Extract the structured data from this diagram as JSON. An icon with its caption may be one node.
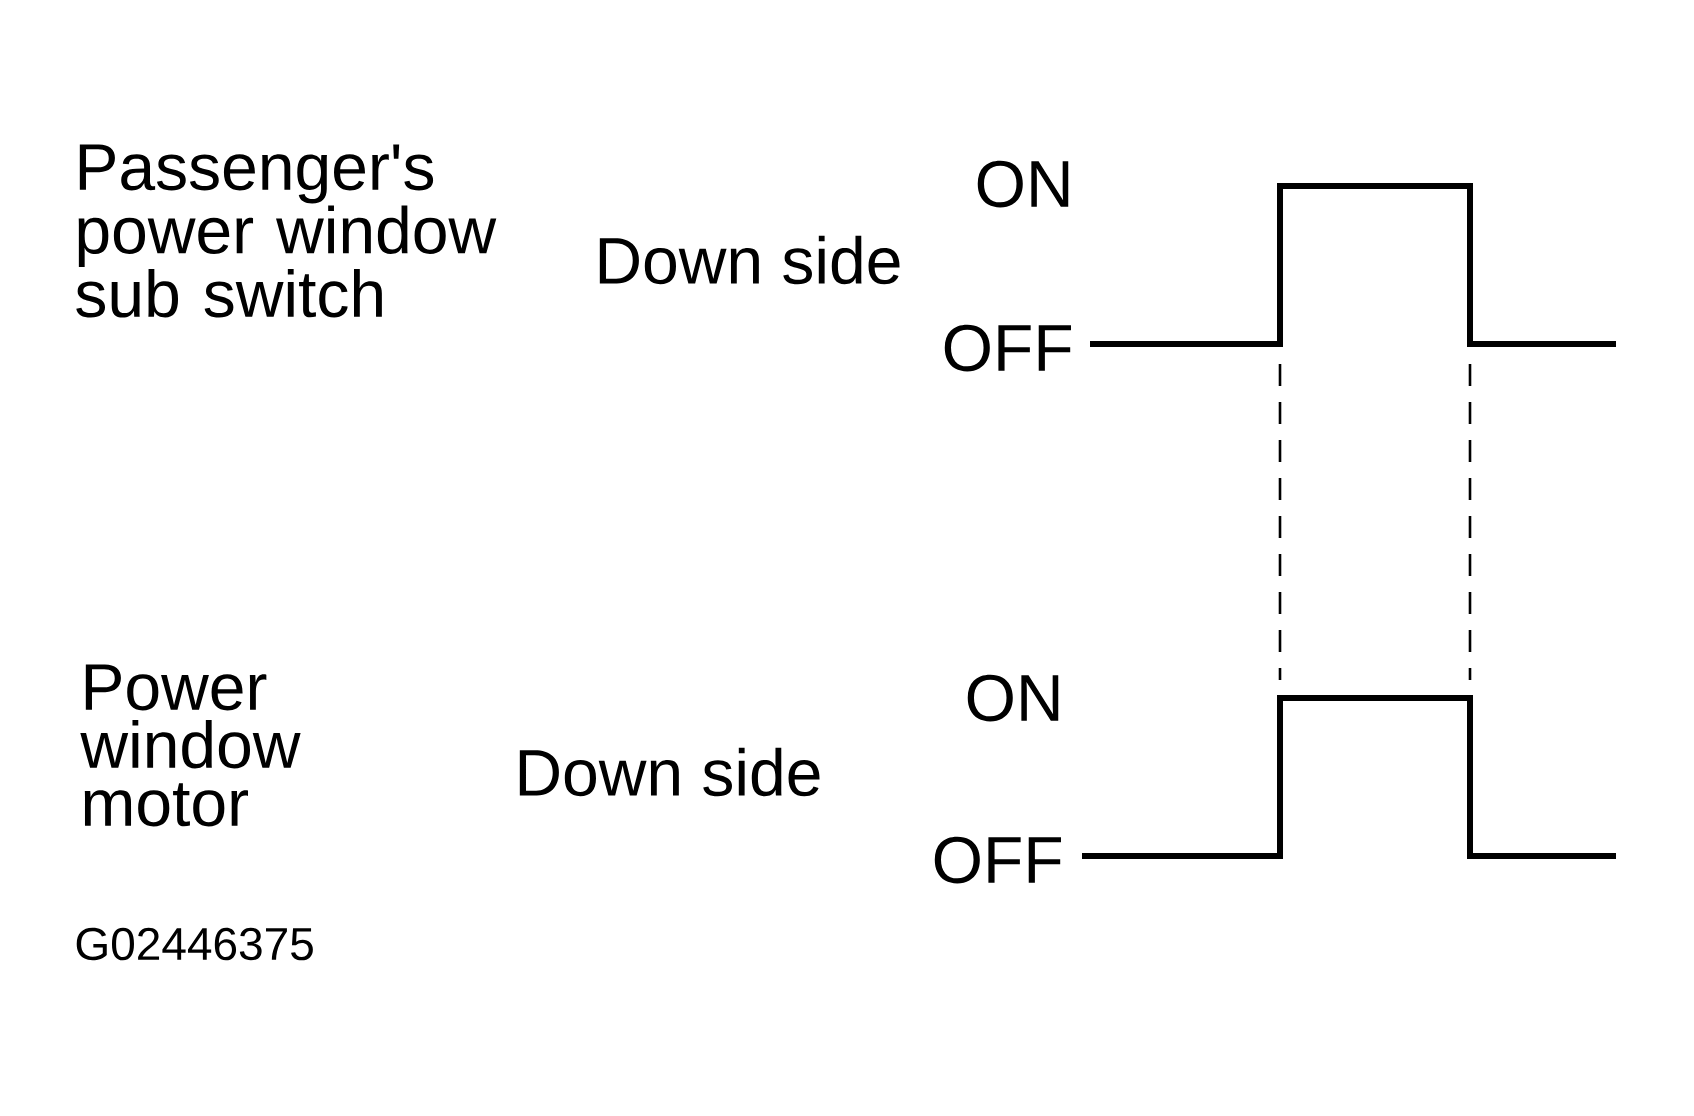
{
  "diagram": {
    "labels": [
      "Passenger's power window sub switch",
      "ON",
      "Down side",
      "OFF",
      "Power window motor",
      "ON",
      "Down side",
      "OFF",
      "G02446375"
    ]
  }
}
